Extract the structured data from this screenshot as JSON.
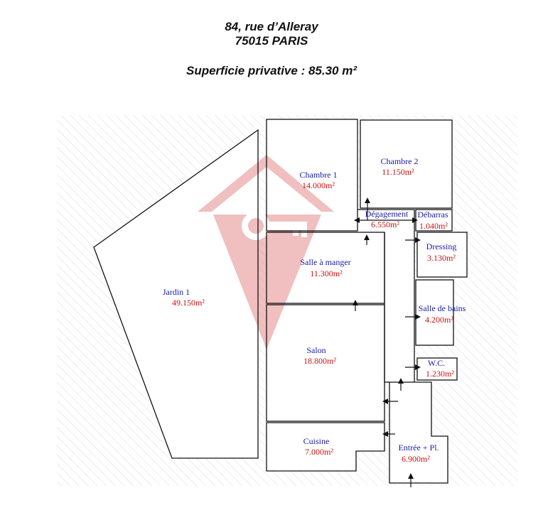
{
  "address": {
    "street": "84, rue d’Alleray",
    "city": "75015 PARIS"
  },
  "surface": "Superficie privative : 85.30 m²",
  "colors": {
    "room_name": "#1a1aa6",
    "room_area": "#cc1111",
    "watermark": "#e58b8b",
    "hatch": "#d9d9d9"
  },
  "watermark_icon": "house-key-location-pin-icon",
  "rooms": {
    "jardin": {
      "name": "Jardin 1",
      "area": "49.150m²"
    },
    "chambre1": {
      "name": "Chambre 1",
      "area": "14.000m²"
    },
    "chambre2": {
      "name": "Chambre 2",
      "area": "11.150m²"
    },
    "degagement": {
      "name": "Dégagement",
      "area": "6.550m²"
    },
    "debarras": {
      "name": "Débarras",
      "area": "1.040m²"
    },
    "dressing": {
      "name": "Dressing",
      "area": "3.130m²"
    },
    "salle_manger": {
      "name": "Salle à manger",
      "area": "11.300m²"
    },
    "salle_bains": {
      "name": "Salle de bains",
      "area": "4.200m²"
    },
    "salon": {
      "name": "Salon",
      "area": "18.800m²"
    },
    "wc": {
      "name": "W.C.",
      "area": "1.230m²"
    },
    "cuisine": {
      "name": "Cuisine",
      "area": "7.000m²"
    },
    "entree": {
      "name": "Entrée + Pl.",
      "area": "6.900m²"
    }
  }
}
